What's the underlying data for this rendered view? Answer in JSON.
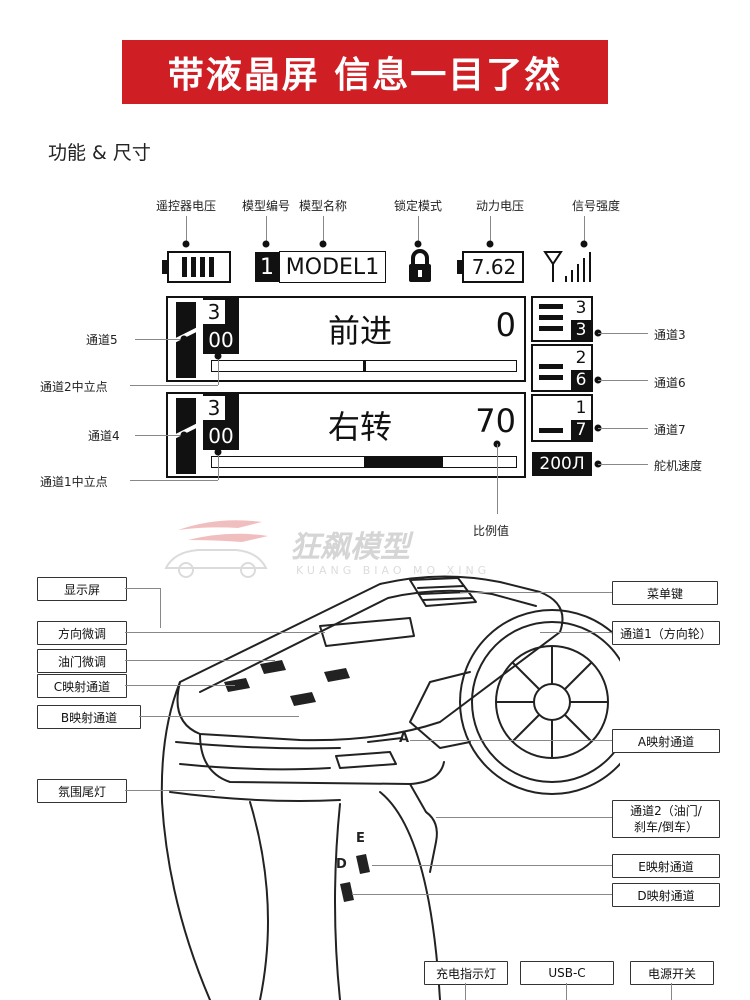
{
  "banner": {
    "title": "带液晶屏 信息一目了然"
  },
  "section": {
    "subtitle": "功能 & 尺寸"
  },
  "top_labels": {
    "tx_voltage": "遥控器电压",
    "model_no": "模型编号",
    "model_name": "模型名称",
    "lock_mode": "锁定模式",
    "power_voltage": "动力电压",
    "signal": "信号强度"
  },
  "status_bar": {
    "model_number": "1",
    "model_name": "MODEL1",
    "voltage": "7.62"
  },
  "panel1": {
    "upper": "3",
    "lower": "00",
    "label": "前进",
    "value": "0",
    "bar_fill_start": 0.5,
    "bar_fill_end": 0.5
  },
  "panel2": {
    "upper": "3",
    "lower": "00",
    "label": "右转",
    "value": "70",
    "bar_fill_start": 0.5,
    "bar_fill_end": 0.76
  },
  "right_panels": [
    {
      "top": "3",
      "bottom": "3"
    },
    {
      "top": "2",
      "bottom": "6"
    },
    {
      "top": "1",
      "bottom": "7"
    }
  ],
  "speed": {
    "value": "200Л"
  },
  "lcd_labels": {
    "ch5": "通道5",
    "ch2_center": "通道2中立点",
    "ch4": "通道4",
    "ch1_center": "通道1中立点",
    "ratio": "比例值",
    "ch3": "通道3",
    "ch6": "通道6",
    "ch7": "通道7",
    "servo_speed": "舵机速度"
  },
  "watermark": {
    "brand": "狂飙模型",
    "sub": "KUANG BIAO MO XING"
  },
  "callouts_left": {
    "display": "显示屏",
    "steer_trim": "方向微调",
    "throttle_trim": "油门微调",
    "c_channel": "C映射通道",
    "b_channel": "B映射通道",
    "tail_light": "氛围尾灯"
  },
  "callouts_right": {
    "menu": "菜单键",
    "ch1_wheel": "通道1（方向轮）",
    "a_channel": "A映射通道",
    "ch2_line1": "通道2（油门/",
    "ch2_line2": "刹车/倒车）",
    "e_channel": "E映射通道",
    "d_channel": "D映射通道"
  },
  "callouts_bottom": {
    "charge": "充电指示灯",
    "usb": "USB-C",
    "power": "电源开关"
  },
  "device_letters": {
    "a": "A",
    "e": "E",
    "d": "D"
  }
}
